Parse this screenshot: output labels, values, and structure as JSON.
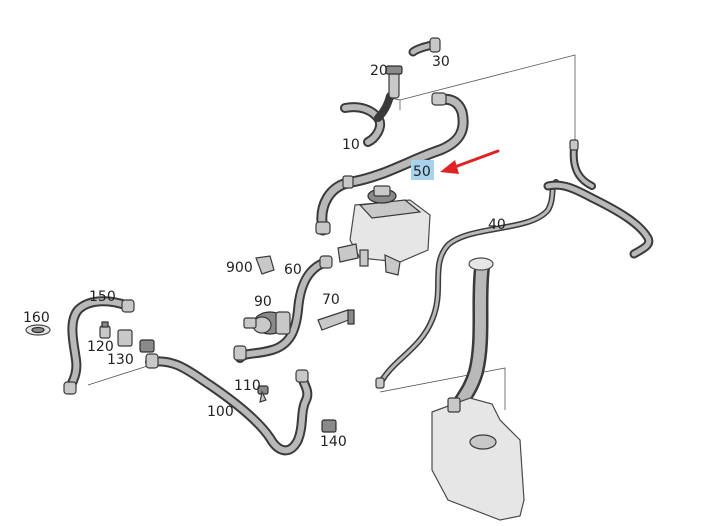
{
  "callouts": {
    "c10": "10",
    "c20": "20",
    "c30": "30",
    "c40": "40",
    "c50": "50",
    "c60": "60",
    "c70": "70",
    "c90": "90",
    "c100": "100",
    "c110": "110",
    "c120": "120",
    "c130": "130",
    "c140": "140",
    "c150": "150",
    "c160": "160",
    "c900": "900"
  },
  "highlight": {
    "part": "50",
    "box_color": "#a9d3ec",
    "arrow_color": "#e02222"
  }
}
